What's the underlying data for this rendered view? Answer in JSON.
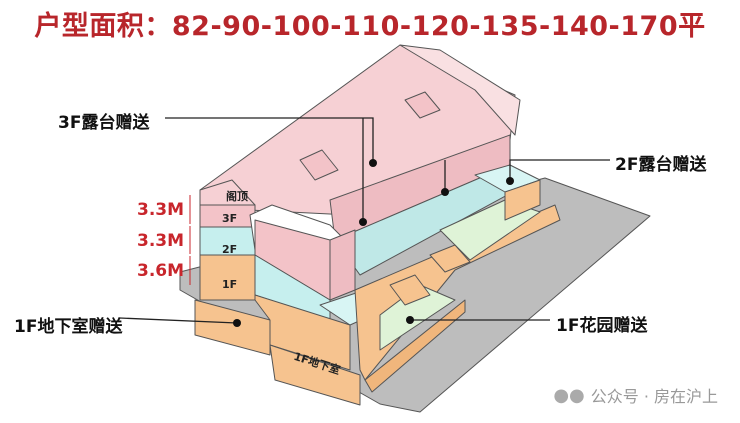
{
  "title": "户型面积：82-90-100-110-120-135-140-170平",
  "labels": {
    "terrace_3f": "3F露台赠送",
    "terrace_2f": "2F露台赠送",
    "basement_1f": "1F地下室赠送",
    "garden_1f": "1F花园赠送"
  },
  "heights": [
    "3.3M",
    "3.3M",
    "3.6M"
  ],
  "floors": {
    "attic": "阁顶",
    "f3": "3F",
    "f2": "2F",
    "f1": "1F",
    "basement": "1F地下室"
  },
  "watermark": "公众号 · 房在沪上",
  "colors": {
    "title": "#b8262b",
    "pink": "#f3c3c8",
    "cyan": "#c6efee",
    "orange": "#f6c38f",
    "ground": "#bdbdbd",
    "garden": "#dff3d7"
  }
}
